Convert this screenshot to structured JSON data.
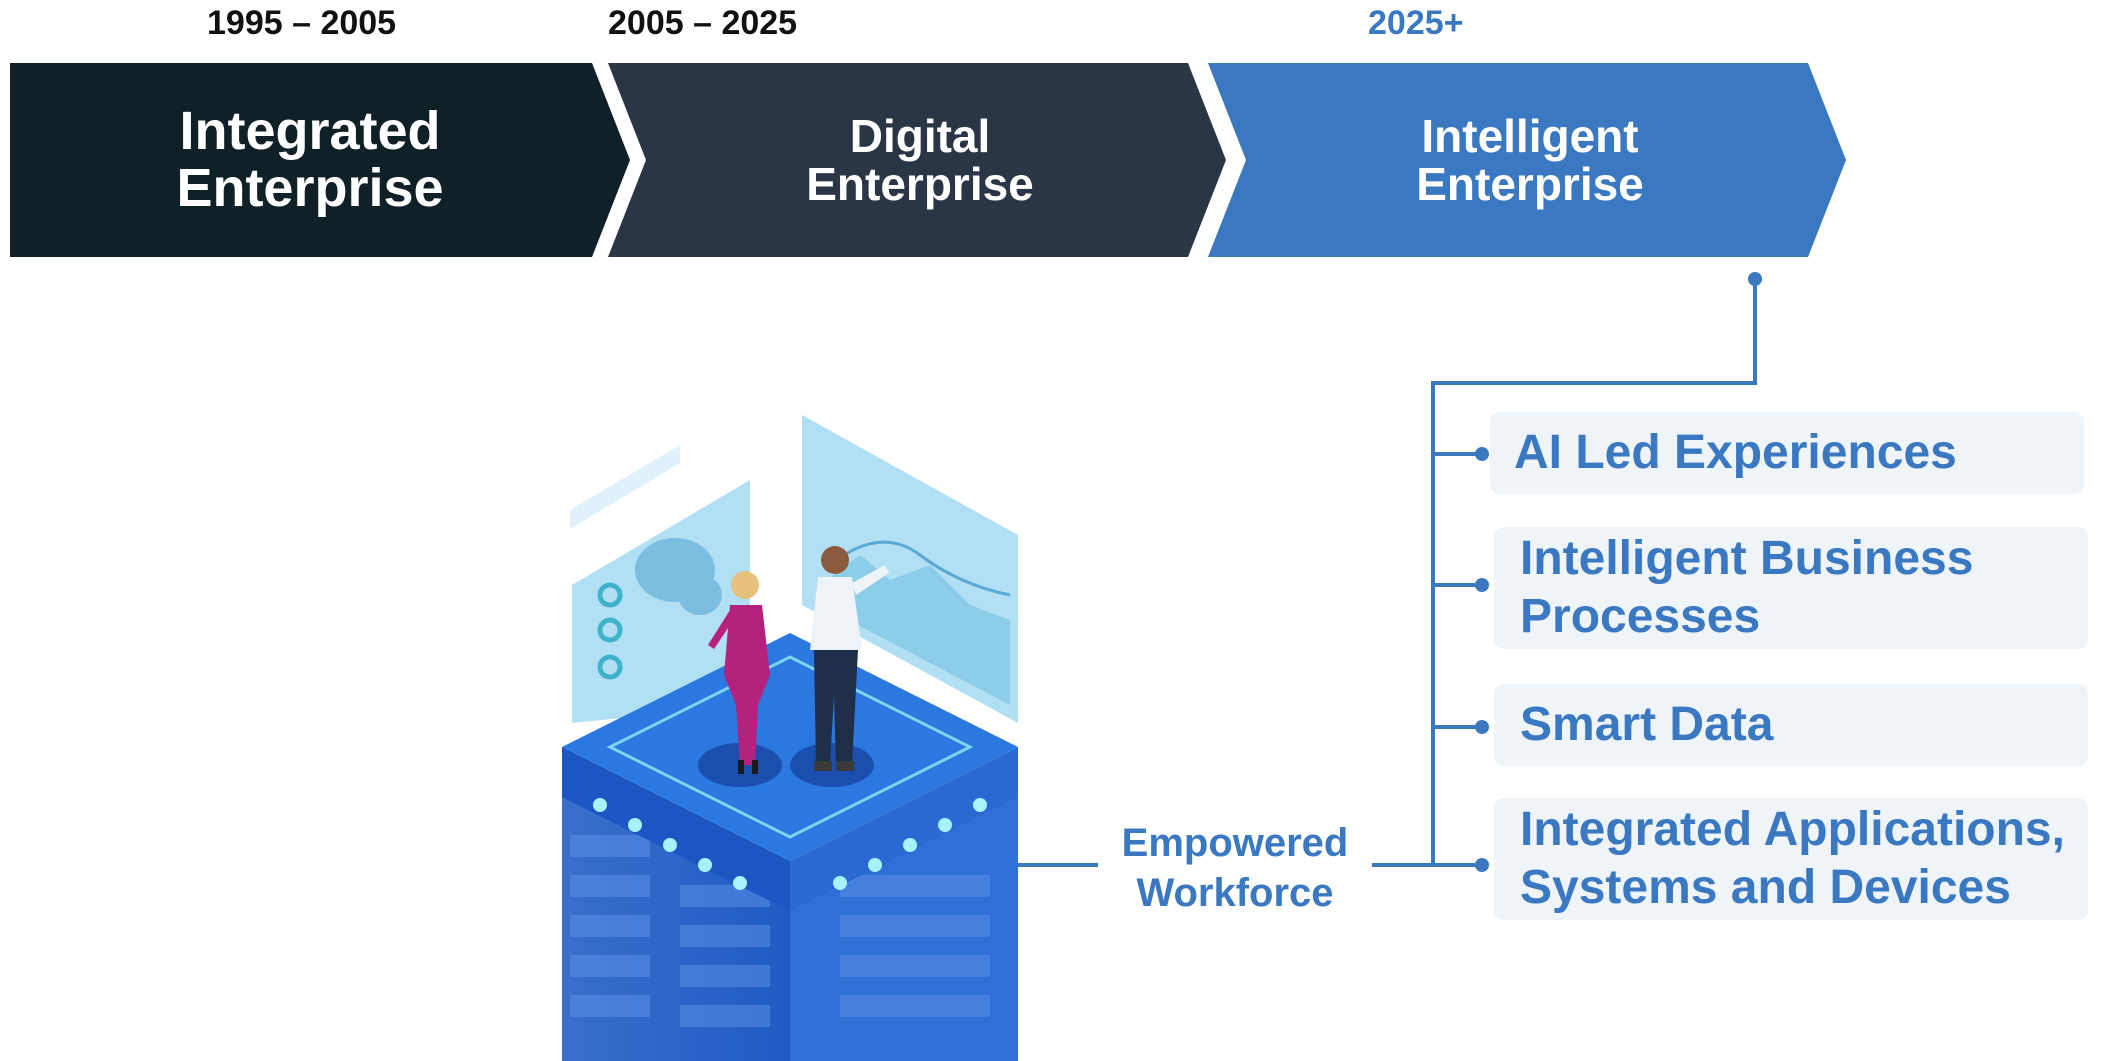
{
  "timeline": {
    "eras": [
      {
        "years": "1995 – 2005",
        "title_line1": "Integrated",
        "title_line2": "Enterprise",
        "color": "#0f2026"
      },
      {
        "years": "2005 – 2025",
        "title_line1": "Digital",
        "title_line2": "Enterprise",
        "color": "#2a3646"
      },
      {
        "years": "2025+",
        "title_line1": "Intelligent",
        "title_line2": "Enterprise",
        "color": "#3a78c2"
      }
    ]
  },
  "capabilities": {
    "items": [
      {
        "line1": "AI Led Experiences",
        "line2": ""
      },
      {
        "line1": "Intelligent Business",
        "line2": "Processes"
      },
      {
        "line1": "Smart Data",
        "line2": ""
      },
      {
        "line1": "Integrated Applications,",
        "line2": "Systems and Devices"
      }
    ]
  },
  "workforce": {
    "line1": "Empowered",
    "line2": "Workforce"
  },
  "colors": {
    "accent": "#3a78c2",
    "item_background": "#eff4f9",
    "server_blue": "#2f6fd6",
    "screen_blue": "#a9dcf2"
  },
  "illustration": {
    "icon": "server-rack-with-people-icon"
  }
}
